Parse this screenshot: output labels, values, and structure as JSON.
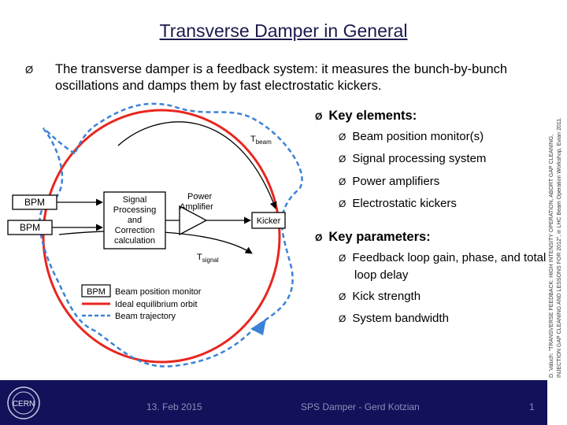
{
  "slide": {
    "title": "Transverse Damper in General",
    "intro_bullet": "Ø",
    "intro_text": "The transverse damper is a feedback system: it measures the bunch-by-bunch oscillations and damps them by fast electrostatic kickers.",
    "side_note_line1": "D. Valuch: “TRANSVERSE FEEDBACK: HIGH INTENSITY OPERATION, ABORT GAP CLEANING,",
    "side_note_line2": "INJECTION GAP CLEANING AND LESSONS FOR 2012”, in LHC Beam Operation Workshop, Evian 2011."
  },
  "diagram": {
    "bpm_top": "BPM",
    "bpm_bottom": "BPM",
    "signal_processing": [
      "Signal",
      "Processing",
      "and",
      "Correction",
      "calculation"
    ],
    "power_amplifier": [
      "Power",
      "Amplifier"
    ],
    "kicker": "Kicker",
    "t_beam": "T",
    "t_beam_sub": "beam",
    "t_signal": "T",
    "t_signal_sub": "signal",
    "legend": {
      "bpm_box": "BPM",
      "bpm_label": "Beam position monitor",
      "orbit_label": "Ideal equilibrium orbit",
      "trajectory_label": "Beam trajectory"
    },
    "colors": {
      "orbit": "#e8261f",
      "trajectory": "#3b82d6",
      "accent": "#1a1a4e"
    }
  },
  "bullets": {
    "marker": "Ø",
    "key_elements": "Key elements:",
    "elements": [
      "Beam position monitor(s)",
      "Signal processing system",
      "Power amplifiers",
      "Electrostatic kickers"
    ],
    "key_parameters": "Key parameters:",
    "params": [
      "Feedback loop gain, phase, and total loop delay",
      "Kick strength",
      "System bandwidth"
    ]
  },
  "footer": {
    "date": "13. Feb 2015",
    "center": "SPS Damper - Gerd Kotzian",
    "page": "1",
    "logo_text": "CERN"
  }
}
